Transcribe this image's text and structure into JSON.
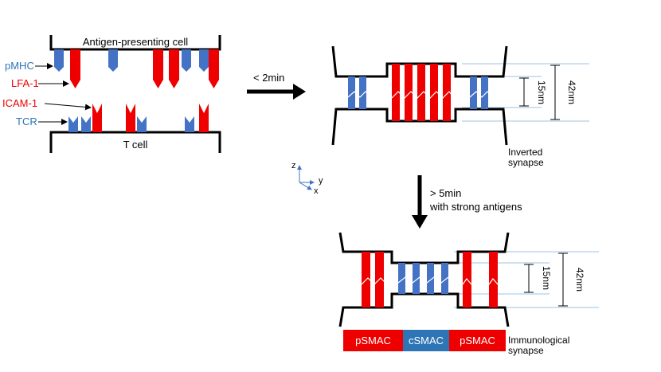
{
  "labels": {
    "apc": "Antigen-presenting cell",
    "tcell": "T cell",
    "pmhc": "pMHC",
    "lfa1": "LFA-1",
    "icam1": "ICAM-1",
    "tcr": "TCR"
  },
  "arrows": {
    "step1": "< 2min",
    "step2_line1": "> 5min",
    "step2_line2": "with strong antigens"
  },
  "axes": {
    "z": "z",
    "y": "y",
    "x": "x"
  },
  "inverted": {
    "caption_line1": "Inverted",
    "caption_line2": "synapse",
    "dim_short": "15nm",
    "dim_long": "42nm"
  },
  "immunological": {
    "caption_line1": "Immunological",
    "caption_line2": "synapse",
    "dim_short": "15nm",
    "dim_long": "42nm",
    "segments": [
      "pSMAC",
      "cSMAC",
      "pSMAC"
    ]
  },
  "colors": {
    "blue_molecule": "#4472C4",
    "red_molecule": "#EE0000",
    "label_blue": "#2E75B6",
    "label_red": "#EE0000",
    "smac_red": "#EE0000",
    "smac_blue": "#2E75B6",
    "guide_line": "#9DC3E6",
    "axis_blue": "#4472C4"
  }
}
